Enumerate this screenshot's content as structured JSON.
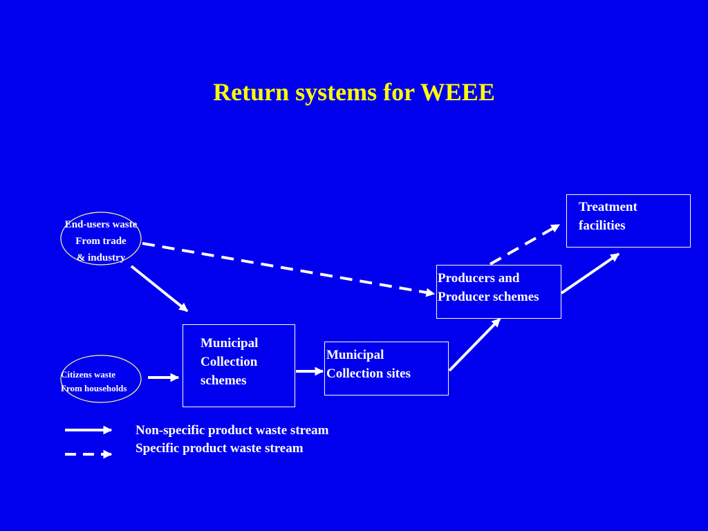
{
  "slide": {
    "title": "Return systems for WEEE"
  },
  "nodes": {
    "end_users": {
      "lines": [
        "End-users waste",
        "From trade",
        "& industry"
      ]
    },
    "citizens": {
      "lines": [
        "Citizens waste",
        "From households"
      ]
    },
    "municipal_schemes": {
      "lines": [
        "Municipal",
        "Collection",
        "schemes"
      ]
    },
    "municipal_sites": {
      "lines": [
        "Municipal",
        "Collection sites"
      ]
    },
    "producers": {
      "lines": [
        "Producers and",
        "Producer schemes"
      ]
    },
    "treatment": {
      "lines": [
        "Treatment",
        "facilities"
      ]
    }
  },
  "legend": {
    "solid_label": "Non-specific product waste stream",
    "dashed_label": "Specific product waste stream"
  },
  "colors": {
    "background": "#0000ee",
    "title": "#ffff00",
    "lines": "#ffffff",
    "ellipse_outline": "#ffff99"
  }
}
